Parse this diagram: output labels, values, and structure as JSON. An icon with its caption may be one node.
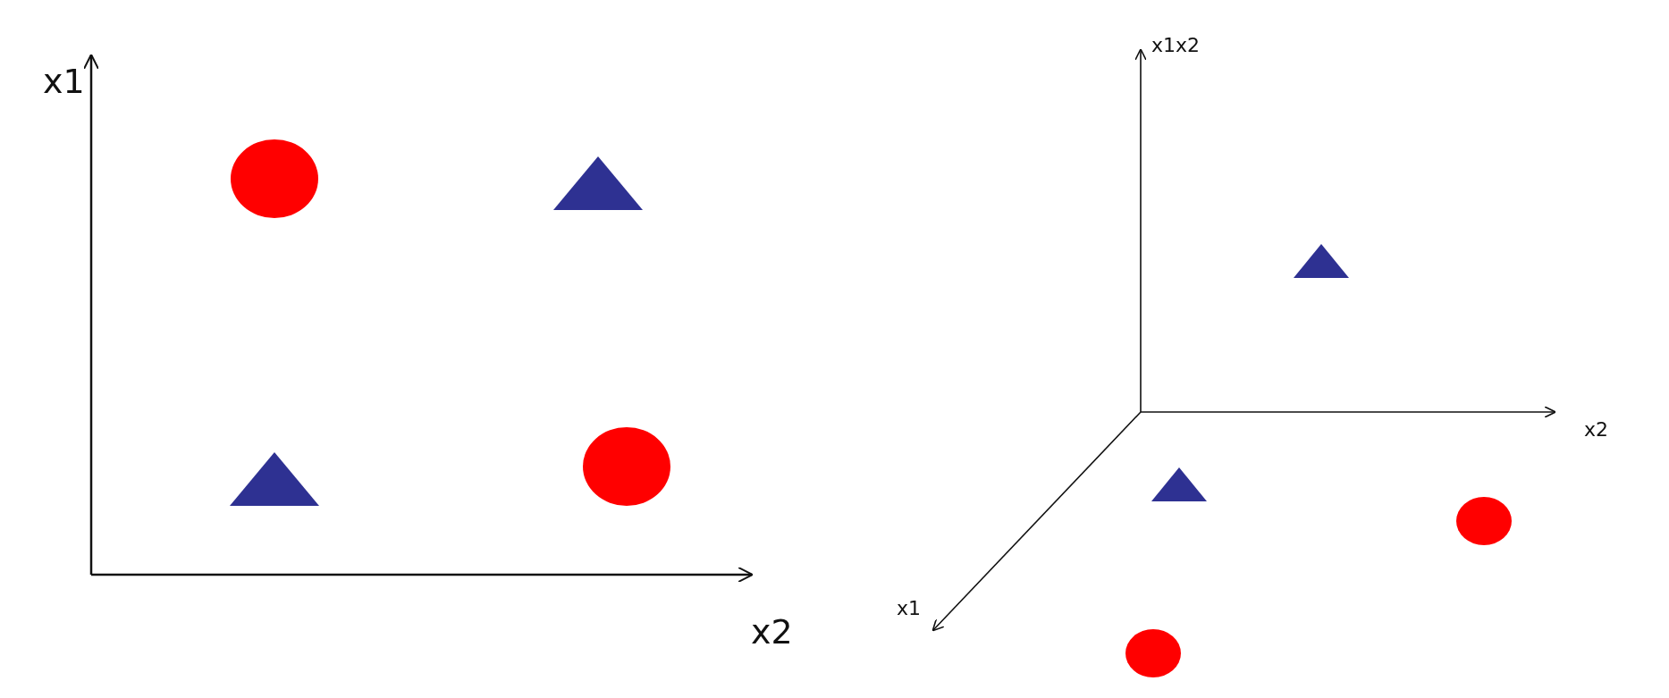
{
  "diagram": {
    "labels": [
      "x1",
      "x2",
      "x1x2",
      "x2",
      "x1"
    ]
  }
}
